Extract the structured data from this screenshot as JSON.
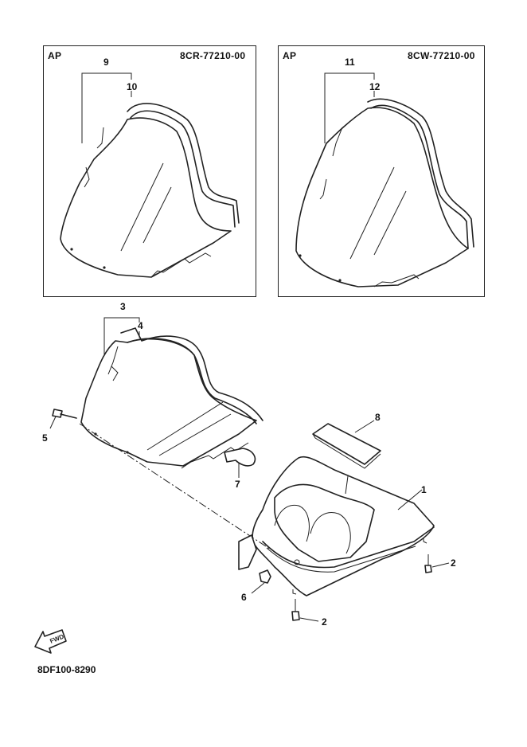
{
  "inset_left": {
    "variant": "AP",
    "part_number": "8CR-77210-00",
    "callout_upper": "9",
    "callout_lower": "10"
  },
  "inset_right": {
    "variant": "AP",
    "part_number": "8CW-77210-00",
    "callout_upper": "11",
    "callout_lower": "12"
  },
  "callouts": {
    "c1": "1",
    "c2a": "2",
    "c2b": "2",
    "c3": "3",
    "c4": "4",
    "c5": "5",
    "c6": "6",
    "c7": "7",
    "c8": "8"
  },
  "fwd_icon_text": "FWD",
  "diagram_code": "8DF100-8290"
}
